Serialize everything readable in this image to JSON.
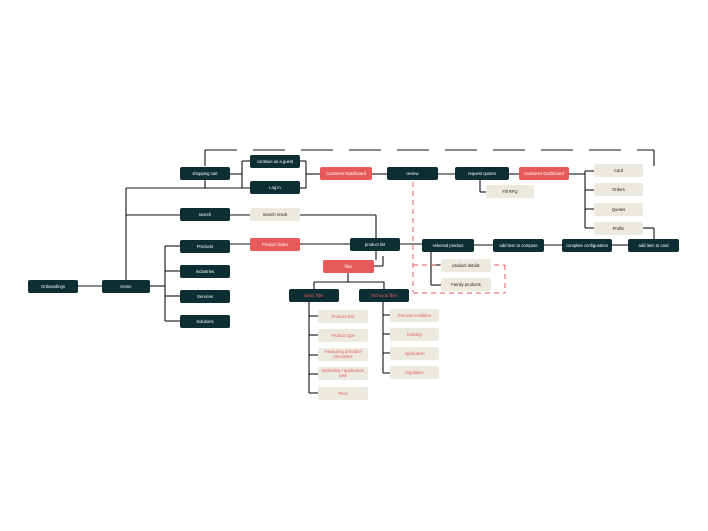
{
  "nodes": {
    "onboardings": "Onboardings",
    "home": "Home",
    "shopping_cart": "shopping cart",
    "continue_guest": "continue as a guest",
    "log_in": "Log in",
    "customer_dashboard_1": "Customer Dashboard",
    "review": "review",
    "request_quotes": "request quotes",
    "customer_dashboard_2": "Customer Dashboard",
    "fill_rfq": "Fill RFQ",
    "card": "Card",
    "orders": "Orders",
    "quotes": "Quotes",
    "profile": "Profile",
    "search": "search",
    "search_result": "search result",
    "products": "Products",
    "product_finder": "Product finder",
    "product_list": "product list",
    "selected_product": "selected product",
    "add_item_compare": "add item to compare",
    "complete_configuration": "complete configuration",
    "add_item_cart": "add item to card",
    "product_details": "product details",
    "family_products": "Family products",
    "industries": "Industries",
    "services": "Services",
    "solutions": "Solutions",
    "filter": "filter",
    "basic_filter": "Basic filter",
    "technical_filter": "Technical filter",
    "product_size": "Product size",
    "product_type": "Product type",
    "measuring_principle": "measuring principle/ processes",
    "marketing_application": "Marketing / application task",
    "price": "Price",
    "process_condition": "Process condition",
    "industry": "Industry",
    "application": "Application",
    "regulation": "regulation"
  },
  "colors": {
    "dark": "#0d2e33",
    "accent": "#e85a5a",
    "beige": "#ece9df",
    "line": "#111111"
  }
}
